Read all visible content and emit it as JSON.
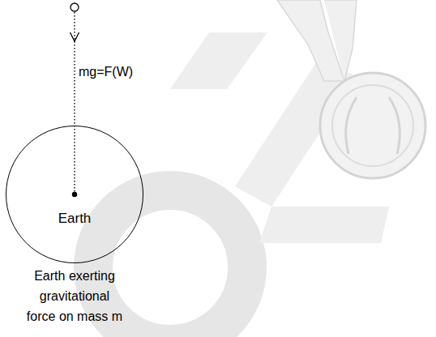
{
  "diagram": {
    "caption": "Earth exerting gravitational force on mass m",
    "nodes": [
      {
        "text": [
          "Earth"
        ]
      }
    ],
    "labels": [
      "mg=F(W)"
    ]
  }
}
